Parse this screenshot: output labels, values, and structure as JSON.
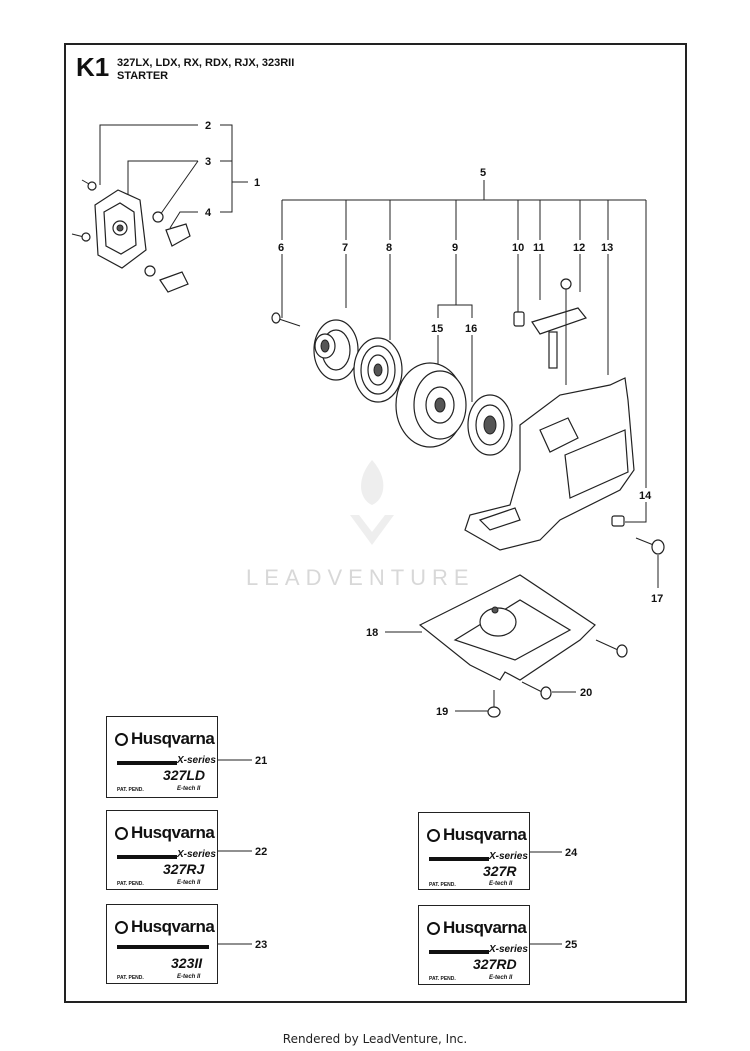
{
  "header": {
    "code": "K1",
    "models": "327LX, LDX, RX, RDX, RJX, 323RII",
    "section": "STARTER"
  },
  "callouts": [
    "1",
    "2",
    "3",
    "4",
    "5",
    "6",
    "7",
    "8",
    "9",
    "10",
    "11",
    "12",
    "13",
    "14",
    "15",
    "16",
    "17",
    "18",
    "19",
    "20",
    "21",
    "22",
    "23",
    "24",
    "25"
  ],
  "decals": [
    {
      "number": "21",
      "brand": "Husqvarna",
      "series": "X-series",
      "model": "327LD",
      "patent": "PAT. PEND.",
      "etech": "E-tech II"
    },
    {
      "number": "22",
      "brand": "Husqvarna",
      "series": "X-series",
      "model": "327RJ",
      "patent": "PAT. PEND.",
      "etech": "E-tech II"
    },
    {
      "number": "23",
      "brand": "Husqvarna",
      "series": "",
      "model": "323II",
      "patent": "PAT. PEND.",
      "etech": "E-tech II"
    },
    {
      "number": "24",
      "brand": "Husqvarna",
      "series": "X-series",
      "model": "327R",
      "patent": "PAT. PEND.",
      "etech": "E-tech II"
    },
    {
      "number": "25",
      "brand": "Husqvarna",
      "series": "X-series",
      "model": "327RD",
      "patent": "PAT. PEND.",
      "etech": "E-tech II"
    }
  ],
  "watermark": "LEADVENTURE",
  "footer": "Rendered by LeadVenture, Inc.",
  "colors": {
    "line": "#222222",
    "watermark": "#d8d8d8"
  },
  "icons": [
    "husqvarna-logo-icon",
    "leadventure-flame-icon"
  ]
}
